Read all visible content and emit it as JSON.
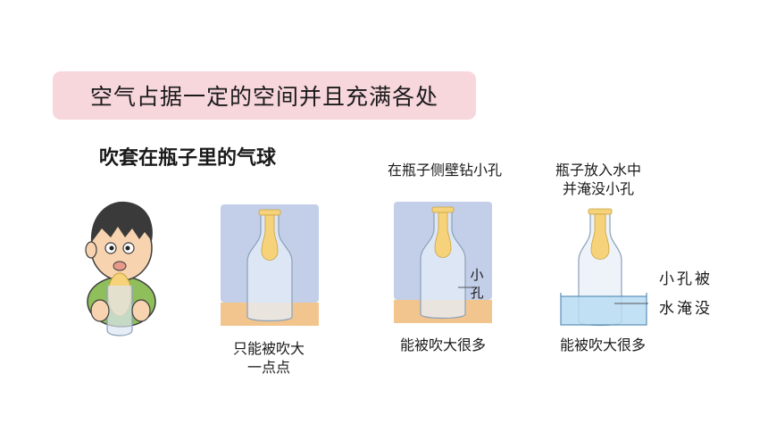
{
  "banner": {
    "text": "空气占据一定的空间并且充满各处"
  },
  "subtitle": {
    "text": "吹套在瓶子里的气球"
  },
  "panels": [
    {
      "top_label": "",
      "bottom_label_line1": "只能被吹大",
      "bottom_label_line2": "一点点"
    },
    {
      "top_label": "在瓶子侧壁钻小孔",
      "bottom_label_line1": "能被吹大很多",
      "hole_label_1": "小",
      "hole_label_2": "孔"
    },
    {
      "top_label_line1": "瓶子放入水中",
      "top_label_line2": "并淹没小孔",
      "bottom_label_line1": "能被吹大很多",
      "side_label_1": "小孔被",
      "side_label_2": "水淹没"
    }
  ],
  "colors": {
    "banner_bg": "#f7d6dc",
    "panel_sky": "#c3cfe9",
    "panel_floor": "#f2c58e",
    "balloon": "#f6d37a",
    "water": "#b9dcf2"
  }
}
